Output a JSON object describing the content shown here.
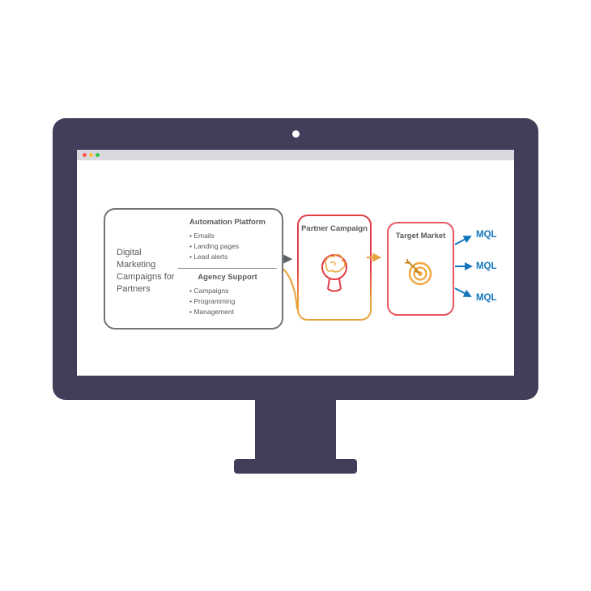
{
  "window": {
    "traffic_lights": [
      "#fc5753",
      "#fdbc40",
      "#33c748"
    ]
  },
  "diagram": {
    "source_box": {
      "label": "Digital Marketing Campaigns for Partners",
      "sections": [
        {
          "title": "Automation Platform",
          "items": [
            "Emails",
            "Landing pages",
            "Lead alerts"
          ]
        },
        {
          "title": "Agency Support",
          "items": [
            "Campaigns",
            "Programming",
            "Management"
          ]
        }
      ]
    },
    "campaign_box": {
      "title": "Partner Campaign",
      "icon": "brain-head-icon"
    },
    "market_box": {
      "title": "Target Market",
      "icon": "target-bullseye-icon"
    },
    "outputs": [
      {
        "label": "MQL"
      },
      {
        "label": "MQL"
      },
      {
        "label": "MQL"
      }
    ],
    "colors": {
      "source_border": "#6e7477",
      "campaign_border_top": "#e23c44",
      "campaign_border_bottom": "#e8a33d",
      "market_border": "#e9565c",
      "connector_gray": "#5b6366",
      "connector_orange": "#e8a33d",
      "output_blue": "#1277bd",
      "monitor_body": "#433d59",
      "text": "#58585a"
    }
  }
}
